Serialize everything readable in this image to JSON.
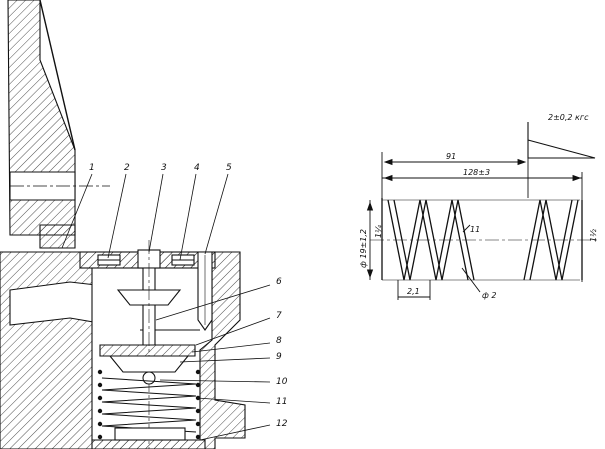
{
  "callouts": [
    "1",
    "2",
    "3",
    "4",
    "5",
    "6",
    "7",
    "8",
    "9",
    "10",
    "11",
    "12"
  ],
  "spring_drawing": {
    "dim_free_length": "128±3",
    "dim_loaded_length": "91",
    "dim_load": "2±0,2 кгс",
    "dim_outer_diameter": "ф 19±1,2",
    "dim_pitch": "2,1",
    "dim_wire": "ф 2",
    "dim_coils_left": "1¼",
    "dim_coils_right": "1½",
    "part_number": "11"
  },
  "colors": {
    "ink": "#111111",
    "paper": "#ffffff"
  }
}
